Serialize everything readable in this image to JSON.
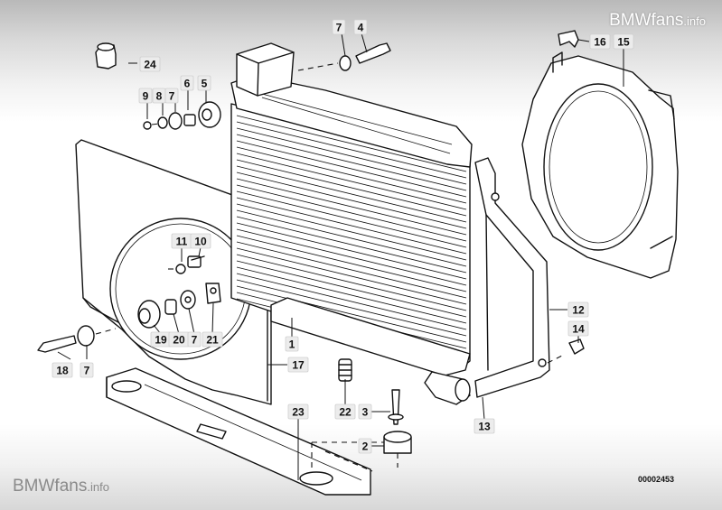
{
  "watermark": {
    "brand": "BMWfans",
    "suffix": ".info"
  },
  "reference_number": "00002453",
  "callouts": [
    {
      "id": "c24a",
      "label": "24"
    },
    {
      "id": "c9",
      "label": "9"
    },
    {
      "id": "c8",
      "label": "8"
    },
    {
      "id": "c7a",
      "label": "7"
    },
    {
      "id": "c6",
      "label": "6"
    },
    {
      "id": "c5",
      "label": "5"
    },
    {
      "id": "c7b",
      "label": "7"
    },
    {
      "id": "c4",
      "label": "4"
    },
    {
      "id": "c16",
      "label": "16"
    },
    {
      "id": "c15",
      "label": "15"
    },
    {
      "id": "c11",
      "label": "11"
    },
    {
      "id": "c10",
      "label": "10"
    },
    {
      "id": "c19",
      "label": "19"
    },
    {
      "id": "c20",
      "label": "20"
    },
    {
      "id": "c7c",
      "label": "7"
    },
    {
      "id": "c21",
      "label": "21"
    },
    {
      "id": "c18",
      "label": "18"
    },
    {
      "id": "c7d",
      "label": "7"
    },
    {
      "id": "c1",
      "label": "1"
    },
    {
      "id": "c17",
      "label": "17"
    },
    {
      "id": "c12",
      "label": "12"
    },
    {
      "id": "c14",
      "label": "14"
    },
    {
      "id": "c23",
      "label": "23"
    },
    {
      "id": "c22",
      "label": "22"
    },
    {
      "id": "c3",
      "label": "3"
    },
    {
      "id": "c2",
      "label": "2"
    },
    {
      "id": "c13",
      "label": "13"
    }
  ]
}
